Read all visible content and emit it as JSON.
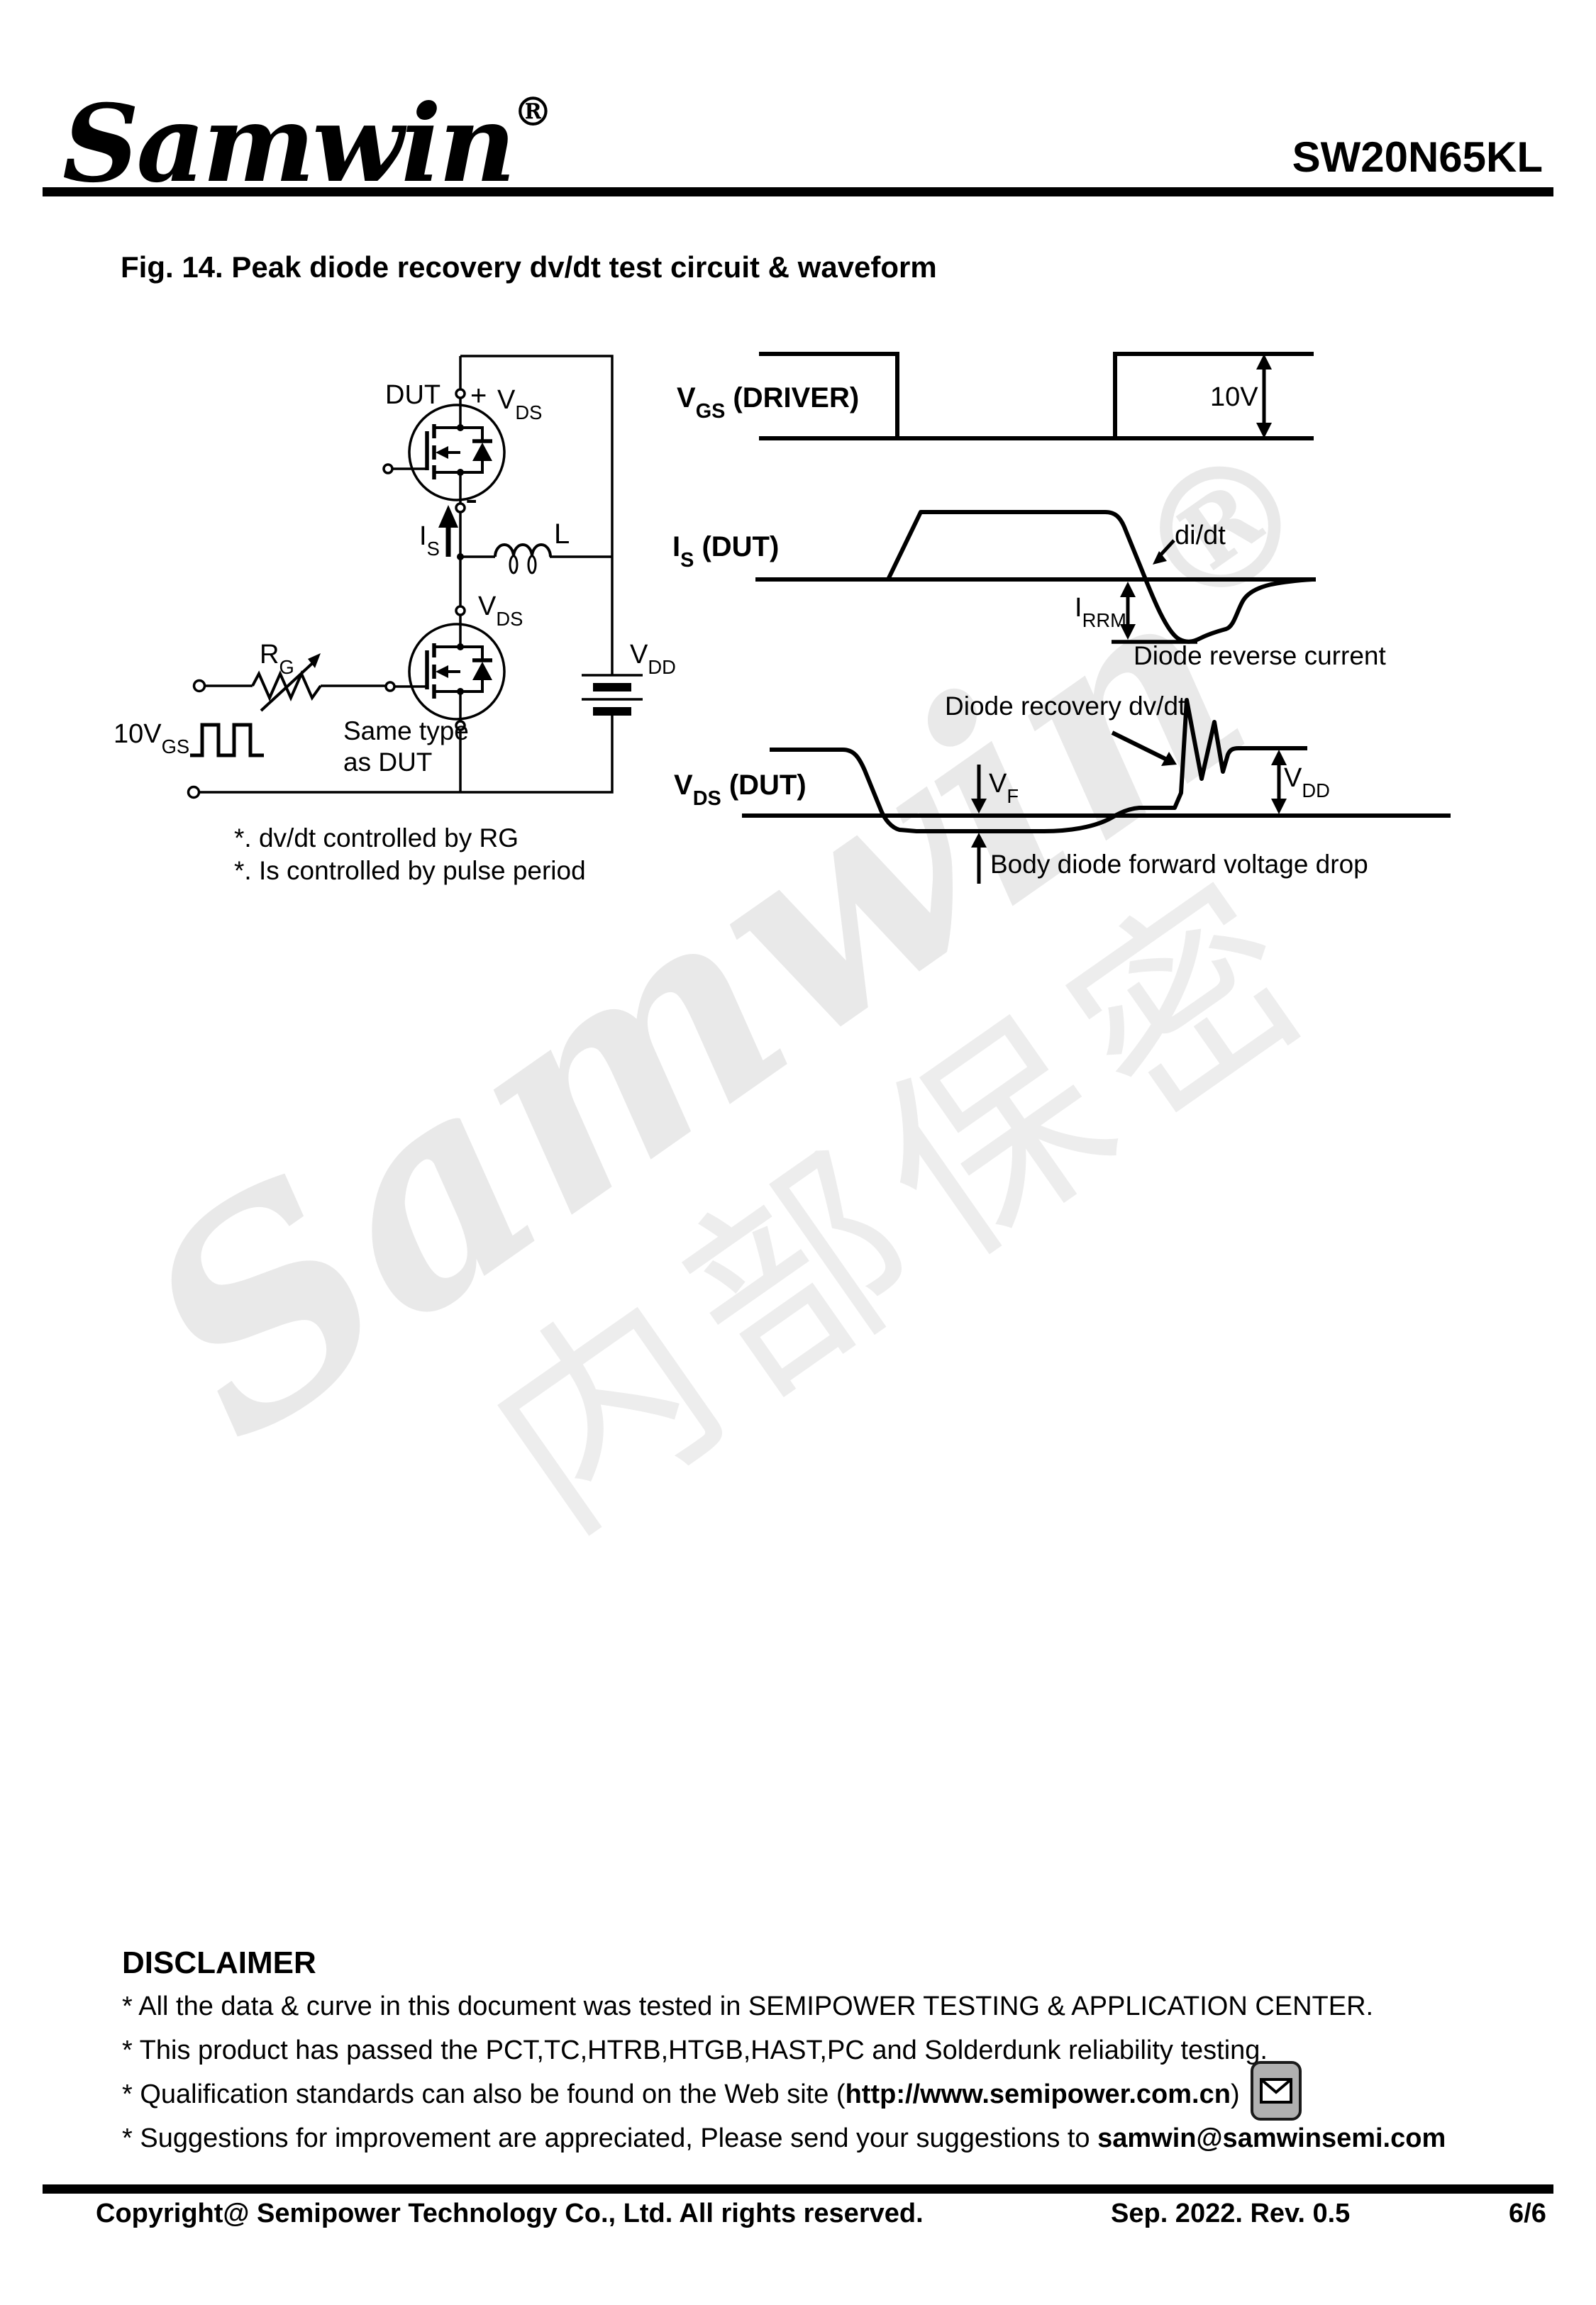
{
  "header": {
    "logo": "Samwin",
    "registered": "®",
    "part_number": "SW20N65KL"
  },
  "figure": {
    "title": "Fig. 14. Peak diode recovery dv/dt test circuit & waveform"
  },
  "circuit": {
    "dut": "DUT",
    "plus": "+",
    "minus": "-",
    "vds_top": {
      "v": "V",
      "sub": "DS"
    },
    "vds_mid": {
      "v": "V",
      "sub": "DS"
    },
    "is_cur": {
      "v": "I",
      "sub": "S"
    },
    "inductor": "L",
    "rg": {
      "v": "R",
      "sub": "G"
    },
    "vgs10": {
      "v": "10V",
      "sub": "GS"
    },
    "same_type_1": "Same type",
    "same_type_2": "as DUT",
    "vdd": {
      "v": "V",
      "sub": "DD"
    },
    "note1": "*. dv/dt controlled by RG",
    "note2": "*. Is controlled by pulse period"
  },
  "waveforms": {
    "vgs": {
      "v": "V",
      "sub": "GS",
      "rest": " (DRIVER)"
    },
    "ten_v": "10V",
    "is_wf": {
      "v": "I",
      "sub": "S",
      "rest": " (DUT)"
    },
    "didt": "di/dt",
    "irrm": {
      "v": "I",
      "sub": "RRM"
    },
    "diode_reverse": "Diode reverse current",
    "diode_recovery": "Diode recovery dv/dt",
    "vds_wf": {
      "v": "V",
      "sub": "DS",
      "rest": " (DUT)"
    },
    "vf": {
      "v": "V",
      "sub": "F"
    },
    "vdd_wf": {
      "v": "V",
      "sub": "DD"
    },
    "body_diode": "Body diode forward voltage drop"
  },
  "watermark": {
    "brand": "Samwin",
    "registered": "®",
    "confidential": "内部保密"
  },
  "disclaimer": {
    "heading": "DISCLAIMER",
    "line1": "* All the data & curve in this document was tested in SEMIPOWER TESTING & APPLICATION CENTER.",
    "line2": "* This product has passed the PCT,TC,HTRB,HTGB,HAST,PC and Solderdunk reliability testing.",
    "line3_pre": "* Qualification standards can also be found on the Web site (",
    "line3_url": "http://www.semipower.com.cn",
    "line3_post": ")",
    "line4_pre": "* Suggestions for improvement are appreciated, Please send your suggestions to ",
    "line4_email": "samwin@samwinsemi.com"
  },
  "footer": {
    "copyright": "Copyright@ Semipower Technology Co., Ltd. All rights reserved.",
    "revision": "Sep. 2022. Rev. 0.5",
    "page": "6/6"
  },
  "colors": {
    "ink": "#000000",
    "watermark": "#e9e9e9",
    "icon_bg": "#b0b0b0"
  }
}
